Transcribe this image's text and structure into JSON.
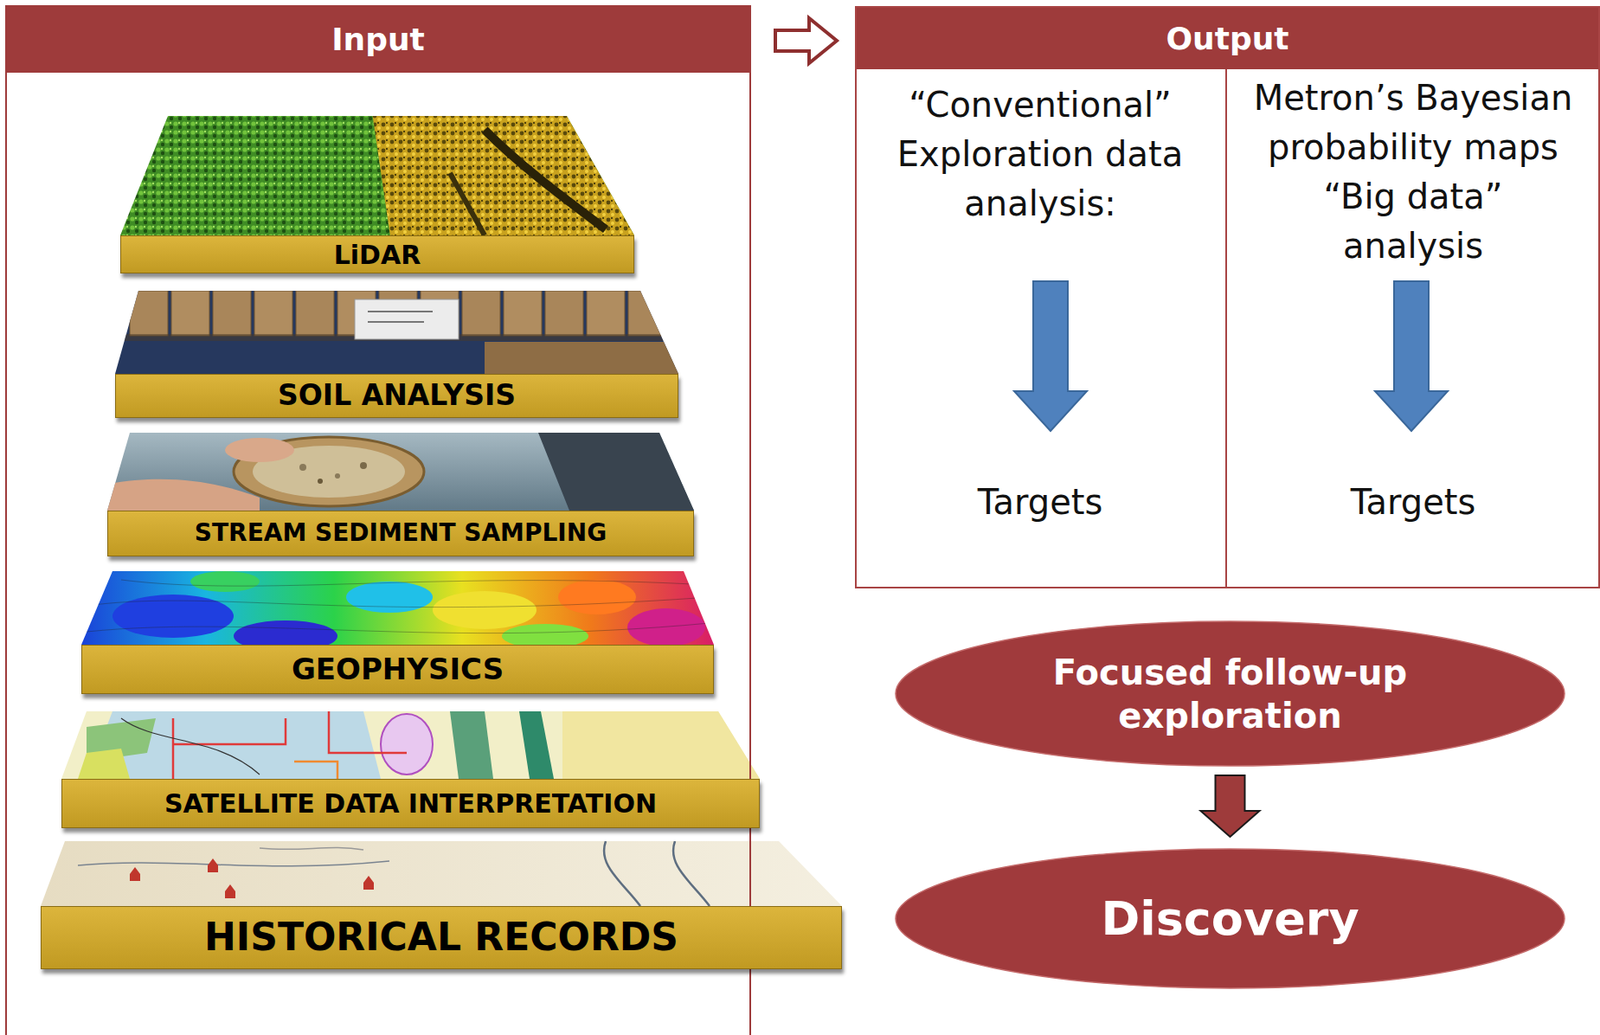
{
  "diagram": {
    "nodes": [
      {
        "text": [
          "Input"
        ]
      },
      {
        "text": [
          "LiDAR"
        ],
        "in": 0
      },
      {
        "text": [
          "SOIL ANALYSIS"
        ],
        "in": 0
      },
      {
        "text": [
          "STREAM SEDIMENT SAMPLING"
        ],
        "in": 0
      },
      {
        "text": [
          "GEOPHYSICS"
        ],
        "in": 0
      },
      {
        "text": [
          "SATELLITE DATA INTERPRETATION"
        ],
        "in": 0
      },
      {
        "text": [
          "HISTORICAL RECORDS"
        ],
        "in": 0
      },
      {
        "text": [
          "Output"
        ]
      },
      {
        "text": [
          "“Conventional” Exploration data analysis:",
          "Targets"
        ],
        "in": 7
      },
      {
        "text": [
          "Metron’s Bayesian probability maps “Big data” analysis",
          "Targets"
        ],
        "in": 7
      },
      {
        "text": [
          "Focused follow-up exploration"
        ]
      },
      {
        "text": [
          "Discovery"
        ]
      }
    ],
    "edges": [
      {
        "from": 0,
        "to": 7,
        "arrow": "to"
      },
      {
        "from": 10,
        "to": 11,
        "arrow": "to"
      }
    ]
  }
}
